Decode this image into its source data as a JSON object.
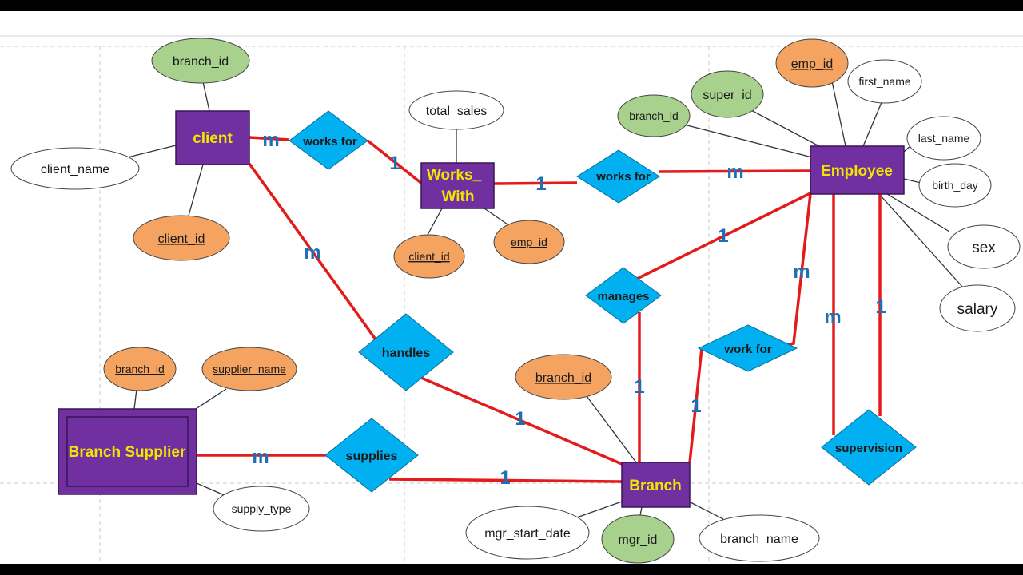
{
  "colors": {
    "entity_fill": "#7030a0",
    "entity_text": "#f2e600",
    "relationship_fill": "#00b0f0",
    "connector": "#e31b1b",
    "key_attribute_fill": "#f4a460",
    "foreign_attribute_fill": "#a9d18e",
    "plain_attribute_fill": "#ffffff",
    "cardinality_text": "#1f6fb5"
  },
  "entities": {
    "client": "client",
    "works_with_line1": "Works_",
    "works_with_line2": "With",
    "employee": "Employee",
    "branch": "Branch",
    "branch_supplier": "Branch Supplier"
  },
  "relationships": {
    "works_for_client": "works for",
    "works_for_employee": "works for",
    "manages": "manages",
    "work_for_branch": "work  for",
    "handles": "handles",
    "supplies": "supplies",
    "supervision": "supervision"
  },
  "attributes": {
    "client_branch_id": "branch_id",
    "client_name": "client_name",
    "client_id": "client_id",
    "total_sales": "total_sales",
    "ww_client_id": "client_id",
    "ww_emp_id": "emp_id",
    "emp_id": "emp_id",
    "super_id": "super_id",
    "emp_branch_id": "branch_id",
    "first_name": "first_name",
    "last_name": "last_name",
    "birth_day": "birth_day",
    "sex": "sex",
    "salary": "salary",
    "branch_branch_id": "branch_id",
    "mgr_start_date": "mgr_start_date",
    "mgr_id": "mgr_id",
    "branch_name": "branch_name",
    "bs_branch_id": "branch_id",
    "supplier_name": "supplier_name",
    "supply_type": "supply_type"
  },
  "cardinalities": {
    "client_works_for": "m",
    "works_for_works_with": "1",
    "works_with_works_for": "1",
    "works_for_employee": "m",
    "employee_manages": "1",
    "manages_branch": "1",
    "employee_work_for": "m",
    "work_for_branch": "1",
    "employee_supervision_m": "m",
    "employee_supervision_1": "1",
    "client_handles": "m",
    "handles_branch": "1",
    "supplier_supplies": "m",
    "supplies_branch": "1"
  }
}
